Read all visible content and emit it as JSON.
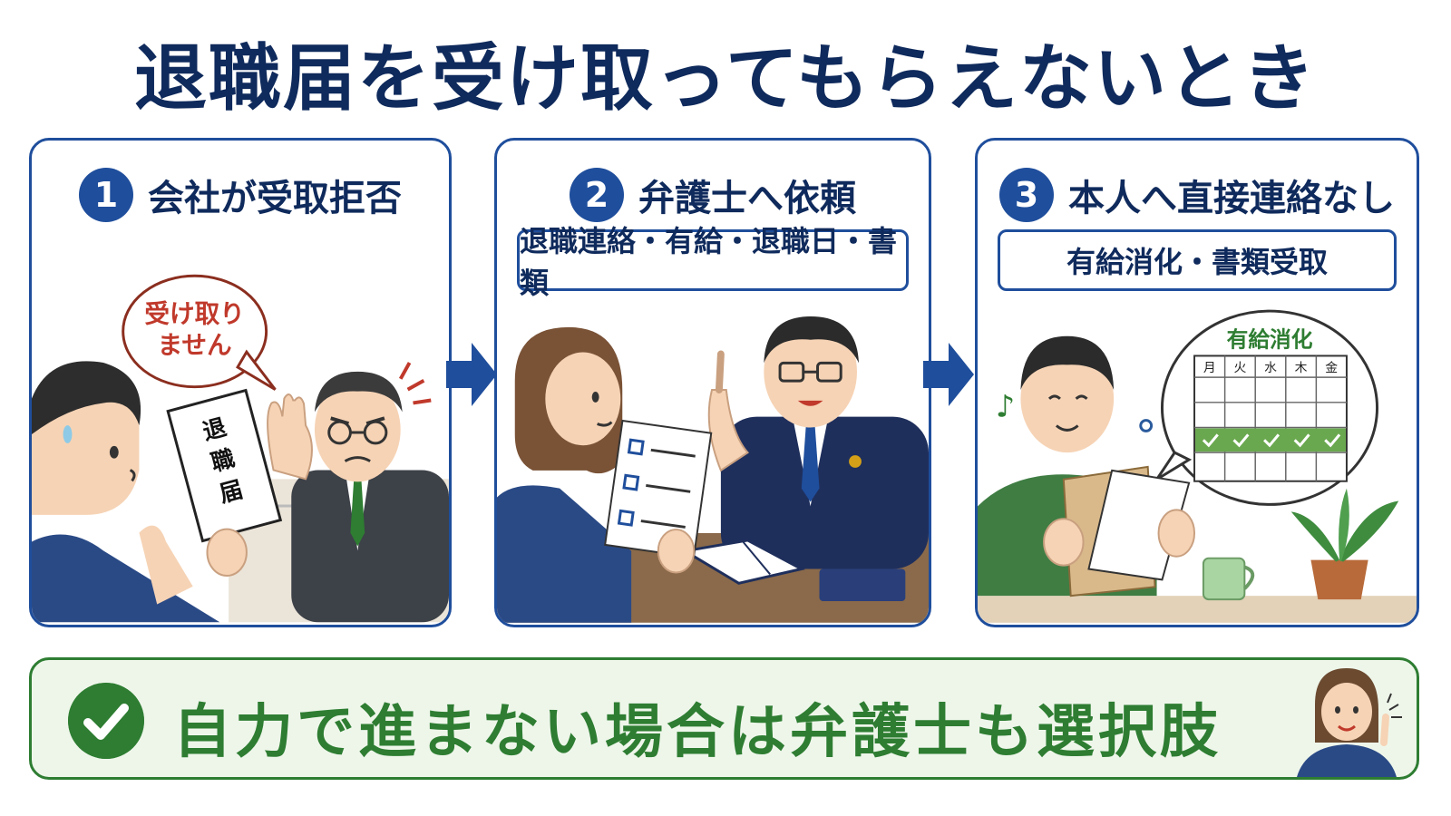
{
  "title": "退職届を受け取ってもらえないとき",
  "panels": [
    {
      "number": "1",
      "heading": "会社が受取拒否",
      "speech": [
        "受け取り",
        "ません"
      ],
      "document_label": [
        "退",
        "職",
        "届"
      ]
    },
    {
      "number": "2",
      "heading": "弁護士へ依頼",
      "subtitle": "退職連絡・有給・退職日・書類"
    },
    {
      "number": "3",
      "heading": "本人へ直接連絡なし",
      "subtitle": "有給消化・書類受取",
      "calendar_title": "有給消化",
      "weekdays": [
        "月",
        "火",
        "水",
        "木",
        "金"
      ]
    }
  ],
  "conclusion": "自力で進まない場合は弁護士も選択肢",
  "colors": {
    "navy": "#0f2a5c",
    "blue": "#1f4e9c",
    "green": "#2e7d32",
    "red": "#c0392b"
  }
}
